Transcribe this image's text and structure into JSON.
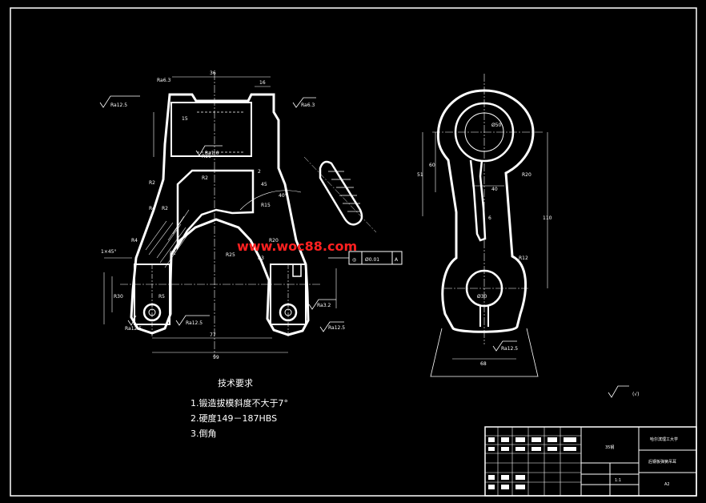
{
  "dimensions": {
    "d36": "36",
    "d16": "16",
    "d15": "15",
    "r16": "R16",
    "r2a": "R2",
    "r2b": "R2",
    "r4a": "R4",
    "r2c": "R2",
    "r25": "R25",
    "r4b": "R4",
    "r2d": "R2",
    "r20": "R20",
    "r3": "R3",
    "r15": "R15",
    "d2": "2",
    "d45": "45",
    "ang40": "40°",
    "r5": "R5",
    "r30": "R30",
    "ch": "1×45°",
    "d99": "99",
    "d77": "77",
    "d51": "51",
    "d60": "60",
    "d110": "110",
    "d68": "68",
    "d40": "40",
    "d6": "6",
    "r20b": "R20",
    "r12": "R12",
    "dia50": "Ø50",
    "dia30": "Ø30"
  },
  "roughness": {
    "ra125a": "Ra12.5",
    "ra63": "Ra6.3",
    "ra16": "Ra1.6",
    "ra125b": "Ra12.5",
    "ra125c": "Ra12.5",
    "ra32": "Ra3.2",
    "ra125d": "Ra12.5",
    "ra125e": "Ra12.5",
    "ra63top": "Ra6.3",
    "others": "(√)"
  },
  "tolerance": {
    "symbol": "◎",
    "value": "Ø0.01",
    "datum": "A"
  },
  "watermark": "www.woc88.com",
  "tech_requirements": {
    "title": "技术要求",
    "items": [
      "1.锻造拔模斜度不大于7°",
      "2.硬度149－187HBS",
      "3.倒角"
    ]
  },
  "title_block": {
    "material": "35钢",
    "school": "哈尔滨理工大学",
    "part": "后钢板弹簧吊耳",
    "size": "A2",
    "scale": "1:1"
  }
}
